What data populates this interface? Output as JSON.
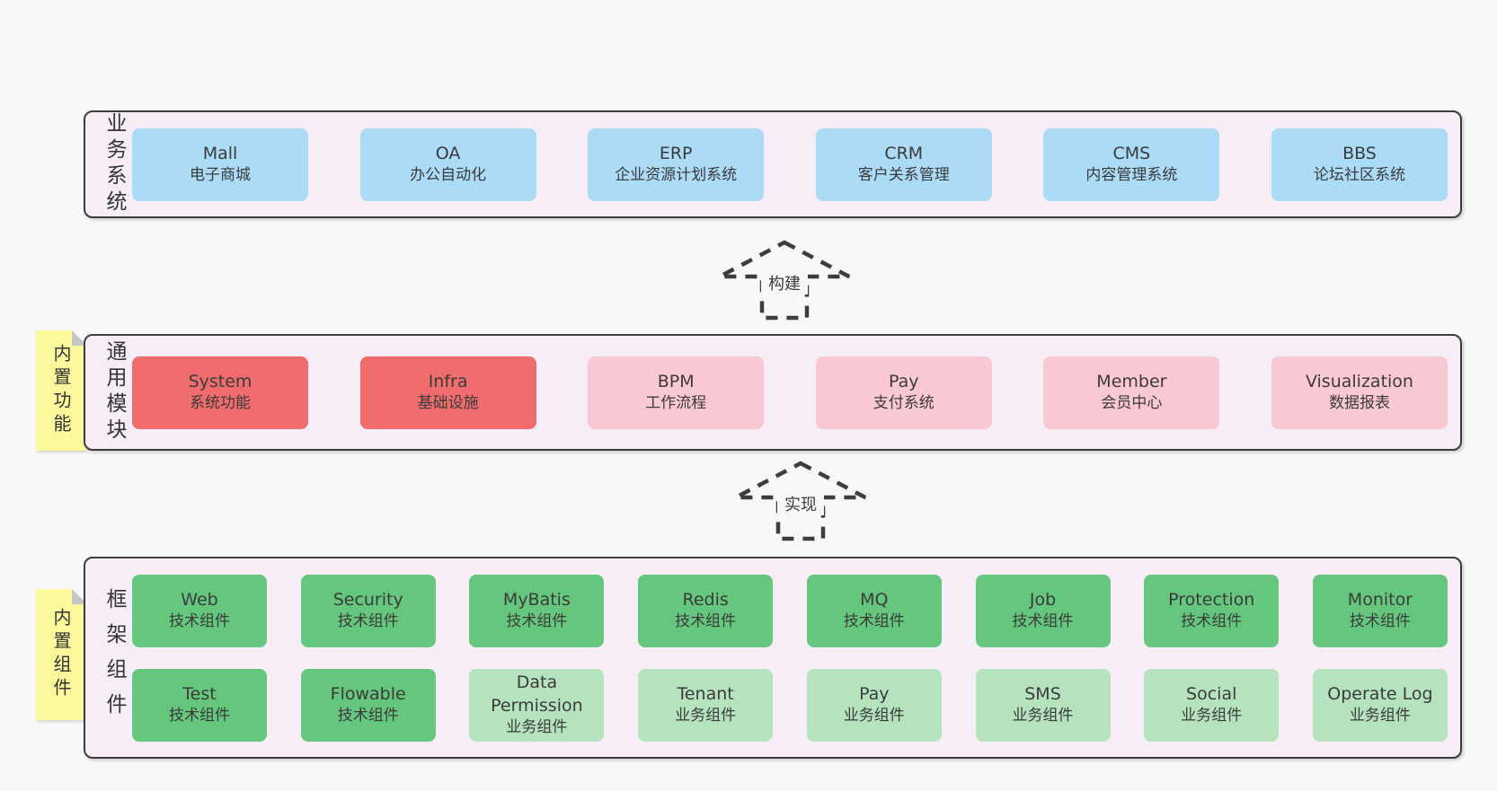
{
  "page": {
    "background": "#f8f8f8"
  },
  "colors": {
    "container_bg": "#f6edf6",
    "container_border": "#3d3d3d",
    "blue": "#abdbf6",
    "red": "#f16c6c",
    "pink": "#f9c8d3",
    "green": "#65c67d",
    "light_green": "#b5e3bd",
    "note_yellow": "#fbf99b",
    "note_fold": "#c6c6c9",
    "text": "#3b3b3b"
  },
  "arrows": [
    {
      "label": "构建"
    },
    {
      "label": "实现"
    }
  ],
  "layers": [
    {
      "label": "业务系统",
      "note": null,
      "rows": [
        [
          {
            "name": "Mall",
            "desc": "电子商城",
            "type": "blue"
          },
          {
            "name": "OA",
            "desc": "办公自动化",
            "type": "blue"
          },
          {
            "name": "ERP",
            "desc": "企业资源计划系统",
            "type": "blue"
          },
          {
            "name": "CRM",
            "desc": "客户关系管理",
            "type": "blue"
          },
          {
            "name": "CMS",
            "desc": "内容管理系统",
            "type": "blue"
          },
          {
            "name": "BBS",
            "desc": "论坛社区系统",
            "type": "blue"
          }
        ]
      ]
    },
    {
      "label": "通用模块",
      "note": "内置功能",
      "rows": [
        [
          {
            "name": "System",
            "desc": "系统功能",
            "type": "red"
          },
          {
            "name": "Infra",
            "desc": "基础设施",
            "type": "red"
          },
          {
            "name": "BPM",
            "desc": "工作流程",
            "type": "pink"
          },
          {
            "name": "Pay",
            "desc": "支付系统",
            "type": "pink"
          },
          {
            "name": "Member",
            "desc": "会员中心",
            "type": "pink"
          },
          {
            "name": "Visualization",
            "desc": "数据报表",
            "type": "pink"
          }
        ]
      ]
    },
    {
      "label": "框架组件",
      "note": "内置组件",
      "rows": [
        [
          {
            "name": "Web",
            "desc": "技术组件",
            "type": "green"
          },
          {
            "name": "Security",
            "desc": "技术组件",
            "type": "green"
          },
          {
            "name": "MyBatis",
            "desc": "技术组件",
            "type": "green"
          },
          {
            "name": "Redis",
            "desc": "技术组件",
            "type": "green"
          },
          {
            "name": "MQ",
            "desc": "技术组件",
            "type": "green"
          },
          {
            "name": "Job",
            "desc": "技术组件",
            "type": "green"
          },
          {
            "name": "Protection",
            "desc": "技术组件",
            "type": "green"
          },
          {
            "name": "Monitor",
            "desc": "技术组件",
            "type": "green"
          }
        ],
        [
          {
            "name": "Test",
            "desc": "技术组件",
            "type": "green"
          },
          {
            "name": "Flowable",
            "desc": "技术组件",
            "type": "green"
          },
          {
            "name": "Data Permission",
            "desc": "业务组件",
            "type": "lightgreen"
          },
          {
            "name": "Tenant",
            "desc": "业务组件",
            "type": "lightgreen"
          },
          {
            "name": "Pay",
            "desc": "业务组件",
            "type": "lightgreen"
          },
          {
            "name": "SMS",
            "desc": "业务组件",
            "type": "lightgreen"
          },
          {
            "name": "Social",
            "desc": "业务组件",
            "type": "lightgreen"
          },
          {
            "name": "Operate Log",
            "desc": "业务组件",
            "type": "lightgreen"
          }
        ]
      ]
    }
  ]
}
